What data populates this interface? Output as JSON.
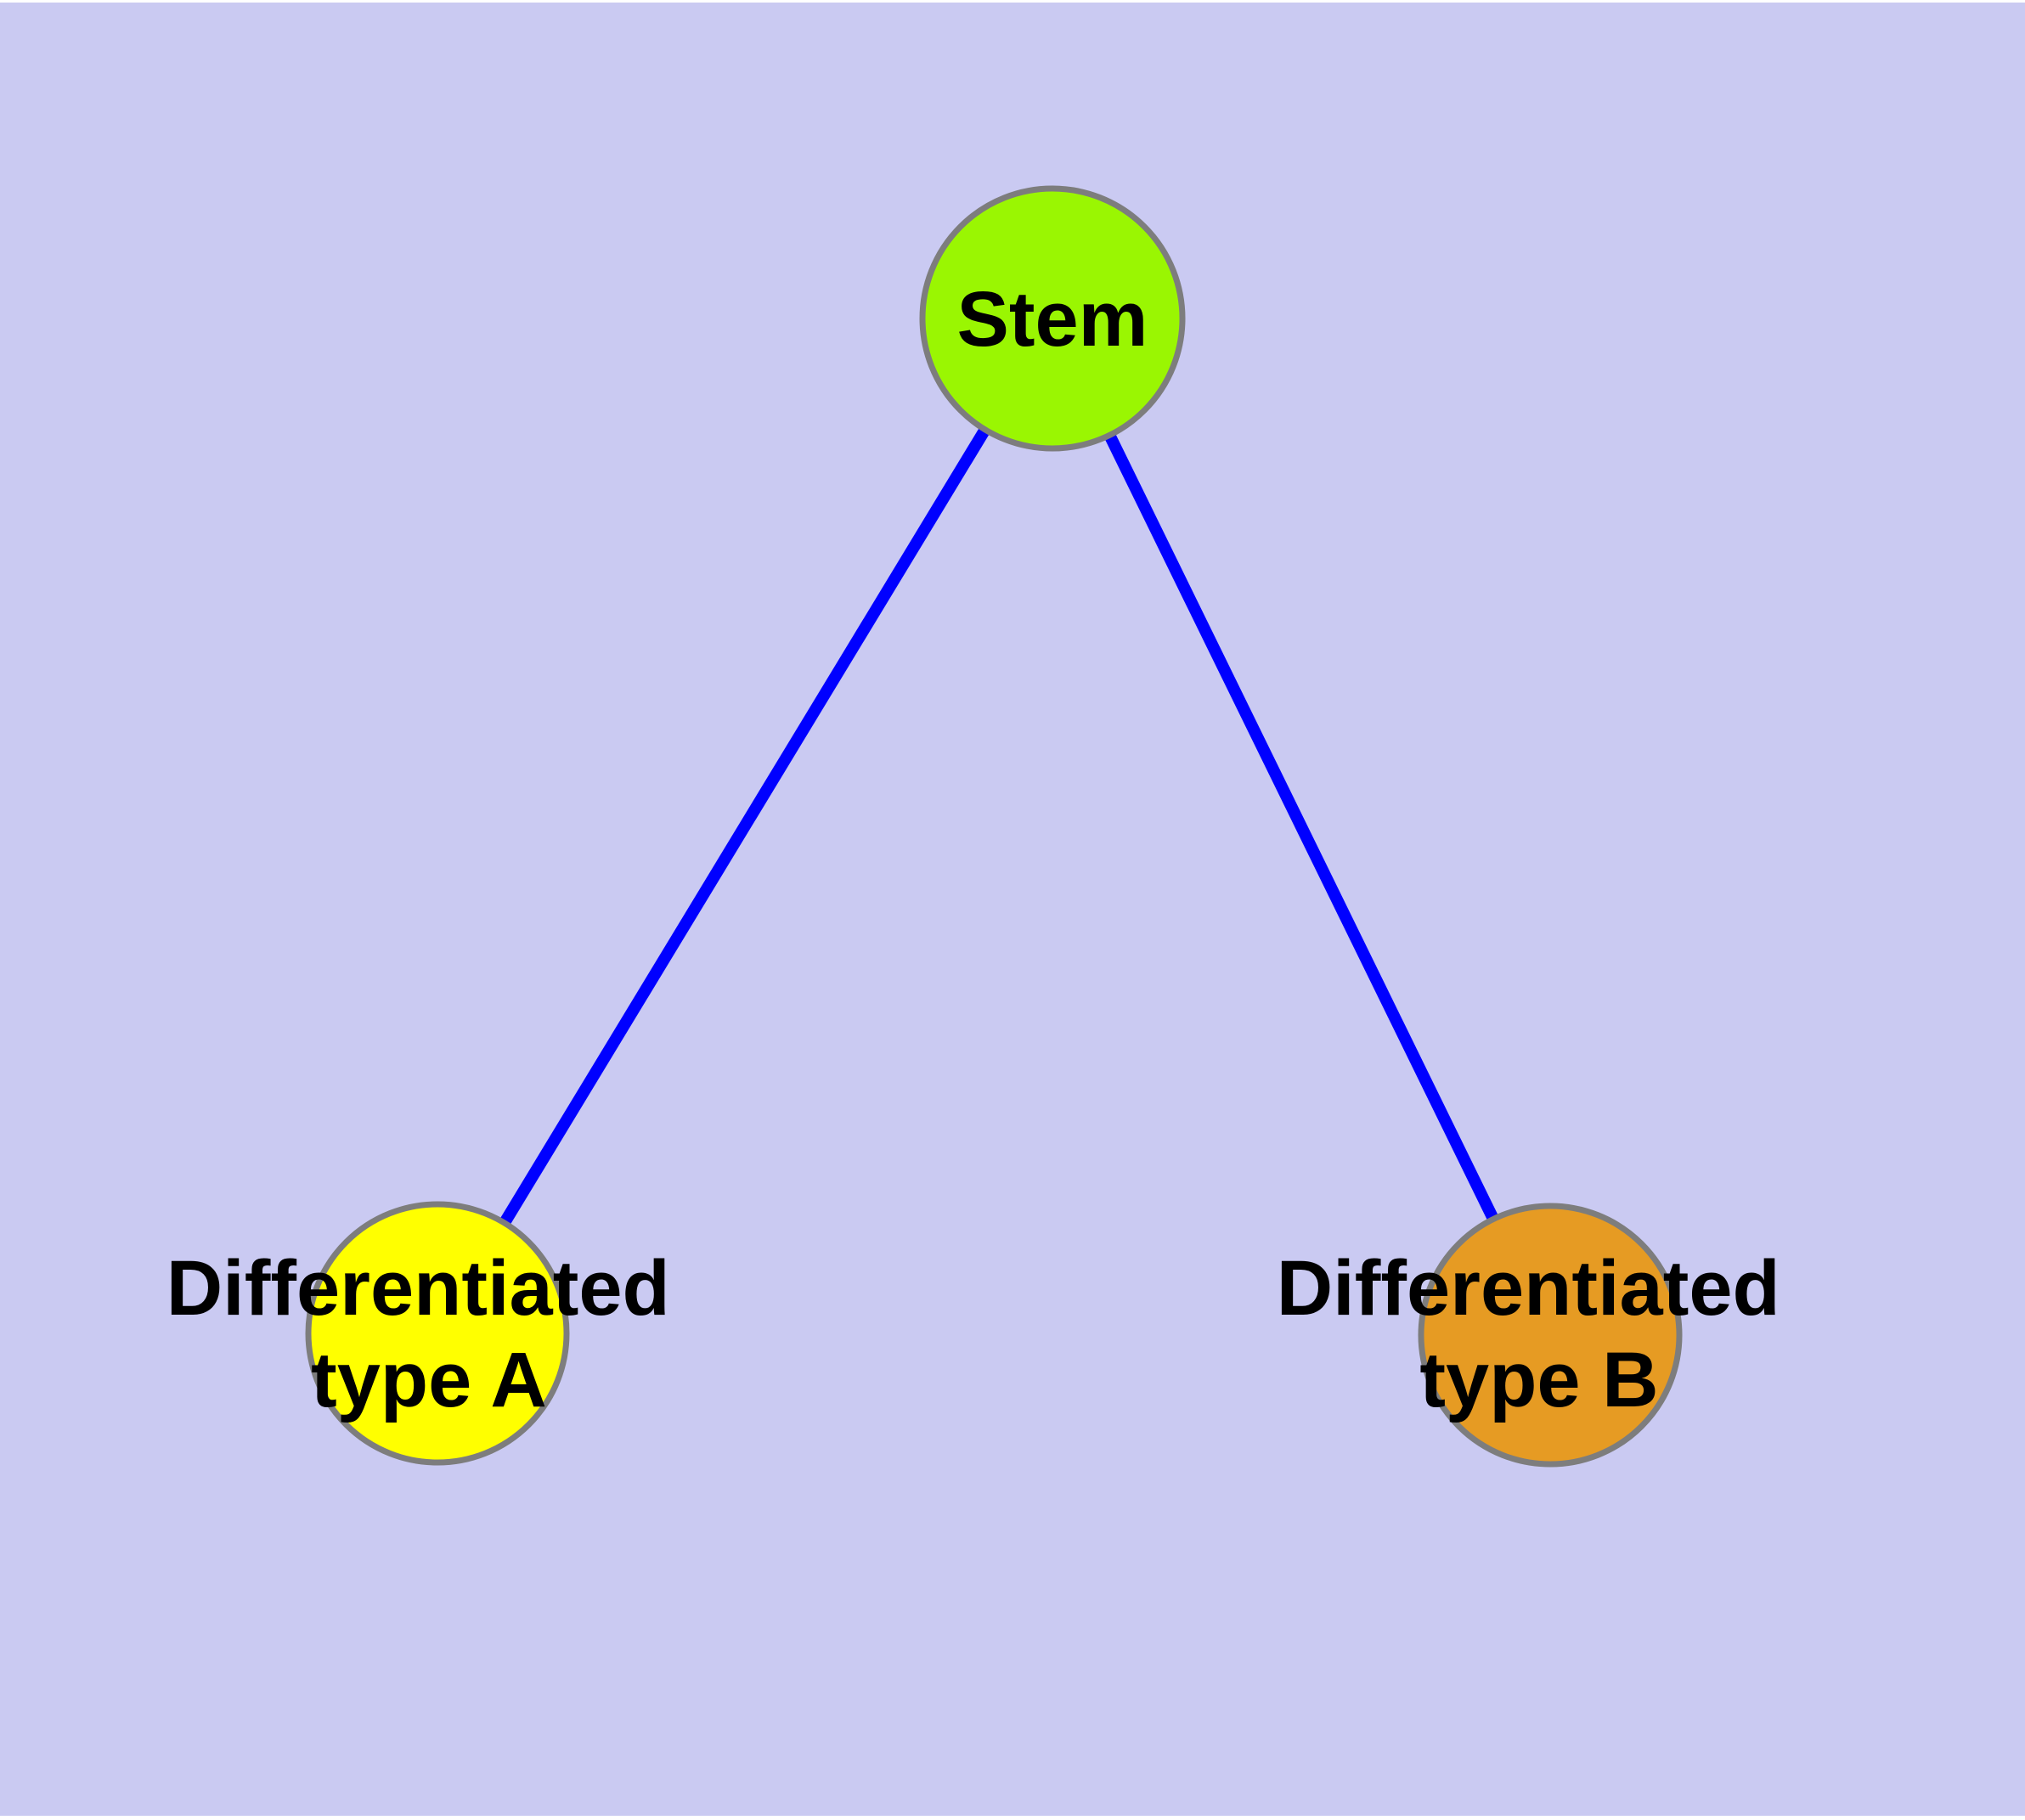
{
  "diagram": {
    "background_color": "#cacaf2",
    "top_border_color": "#ffffff",
    "edge": {
      "color": "#0000ff"
    },
    "node_border": {
      "color": "#7d7d7d"
    },
    "label_color": "#000000",
    "nodes": {
      "stem": {
        "label": "Stem",
        "color": "#9af602"
      },
      "type_a": {
        "label_line1": "Differentiated",
        "label_line2": "type A",
        "color": "#ffff00"
      },
      "type_b": {
        "label_line1": "Differentiated",
        "label_line2": "type B",
        "color": "#e69b23"
      }
    }
  },
  "chart_data": {
    "type": "graph-diagram",
    "nodes": [
      "Stem",
      "Differentiated type A",
      "Differentiated type B"
    ],
    "edges": [
      [
        "Stem",
        "Differentiated type A"
      ],
      [
        "Stem",
        "Differentiated type B"
      ]
    ]
  }
}
